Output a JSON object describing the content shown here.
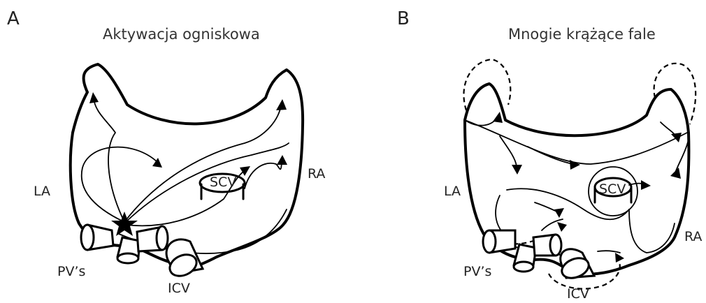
{
  "panel_a": {
    "letter": "A",
    "title": "Aktywacja ogniskowa",
    "labels": {
      "la": "LA",
      "ra": "RA",
      "scv": "SCV",
      "pvs": "PV’s",
      "icv": "ICV"
    }
  },
  "panel_b": {
    "letter": "B",
    "title": "Mnogie krążące fale",
    "labels": {
      "la": "LA",
      "ra": "RA",
      "scv": "SCV",
      "pvs": "PV’s",
      "icv": "ICV"
    }
  }
}
